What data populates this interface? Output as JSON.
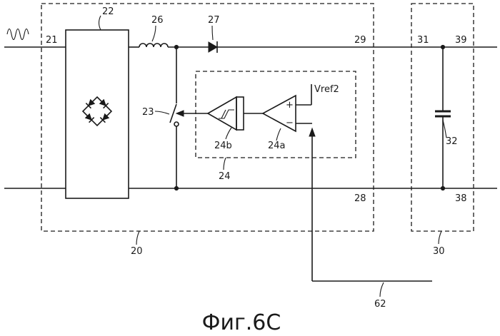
{
  "labels": {
    "block_20": "20",
    "input_21": "21",
    "rectifier_22": "22",
    "switch_23": "23",
    "control_24": "24",
    "comparator_24a": "24a",
    "trigger_24b": "24b",
    "inductor_26": "26",
    "diode_27": "27",
    "node_28": "28",
    "node_29": "29",
    "block_30": "30",
    "node_31": "31",
    "capacitor_32": "32",
    "node_38": "38",
    "node_39": "39",
    "line_62": "62",
    "vref": "Vref2",
    "plus": "+",
    "minus": "−"
  },
  "caption": "Фиг.6C"
}
